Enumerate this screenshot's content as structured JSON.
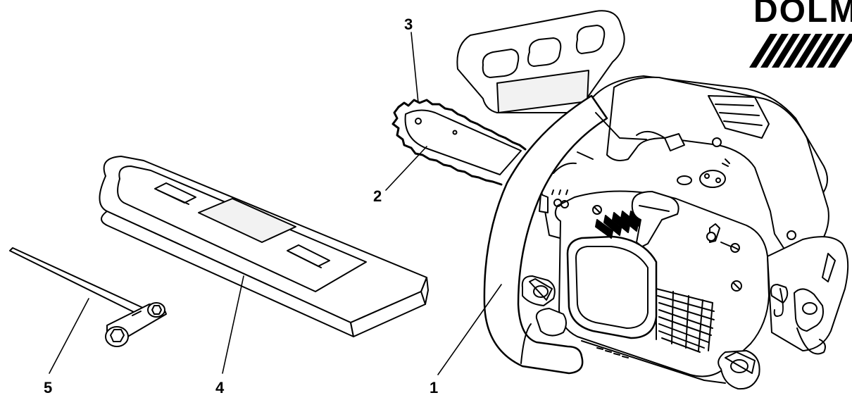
{
  "brand": {
    "logo_text": "DOLM"
  },
  "callouts": [
    {
      "id": "1",
      "label": "1"
    },
    {
      "id": "2",
      "label": "2"
    },
    {
      "id": "3",
      "label": "3"
    },
    {
      "id": "4",
      "label": "4"
    },
    {
      "id": "5",
      "label": "5"
    }
  ],
  "colors": {
    "line": "#000000",
    "background": "#ffffff",
    "panel_shade": "#f2f2f2"
  }
}
